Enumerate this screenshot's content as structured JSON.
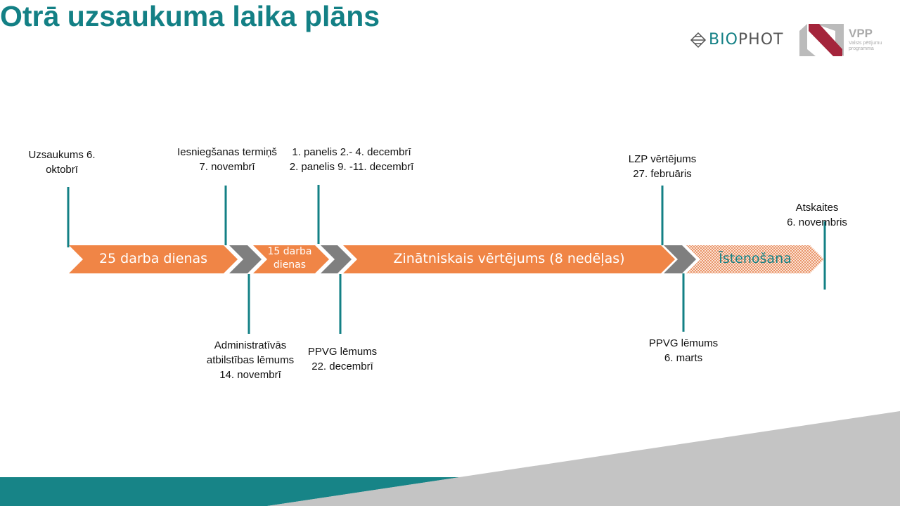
{
  "slide": {
    "title": "Otrā uzsaukuma laika plāns"
  },
  "logos": {
    "biophot_prefix": "BIO",
    "biophot_suffix": "PHOT",
    "vpp_title": "VPP",
    "vpp_subtitle_1": "Valsts pētījumu",
    "vpp_subtitle_2": "programma"
  },
  "colors": {
    "accent": "#138085",
    "orange": "#F08546",
    "gray": "#7F7F7F"
  },
  "phases": [
    {
      "label": "25 darba dienas"
    },
    {
      "label_1": "15 darba",
      "label_2": "dienas"
    },
    {
      "label": "Zinātniskais vērtējums (8 nedēļas)"
    },
    {
      "label": "Īstenošana"
    }
  ],
  "milestones_top": [
    {
      "line1": "Uzsaukums 6.",
      "line2": "oktobrī"
    },
    {
      "line1": "Iesniegšanas termiņš",
      "line2": "7. novembrī"
    },
    {
      "line1": "1. panelis 2.- 4. decembrī",
      "line2": "2. panelis 9. -11. decembrī"
    },
    {
      "line1": "LZP vērtējums",
      "line2": "27. februāris"
    },
    {
      "line1": "Atskaites",
      "line2": "6. novembris"
    }
  ],
  "milestones_bottom": [
    {
      "line1": "Administratīvās",
      "line2": "atbilstības lēmums",
      "line3": "14. novembrī"
    },
    {
      "line1": "PPVG lēmums",
      "line2": "22. decembrī"
    },
    {
      "line1": "PPVG lēmums",
      "line2": "6. marts"
    }
  ]
}
